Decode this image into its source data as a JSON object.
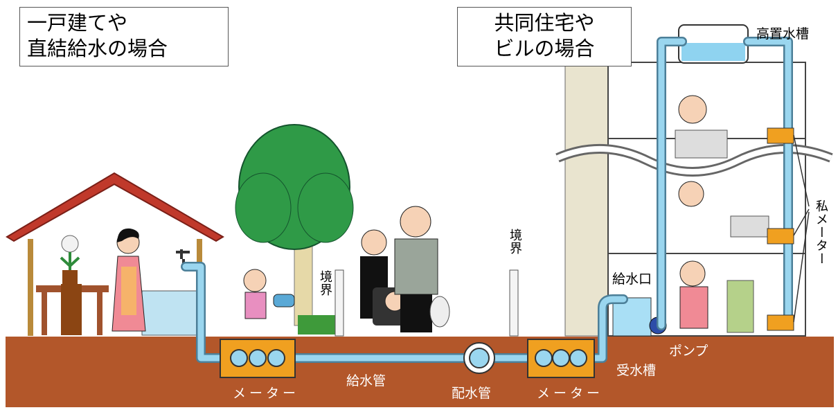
{
  "diagram": {
    "sections": {
      "detached": {
        "title_lines": [
          "一戸建てや",
          "直結給水の場合"
        ]
      },
      "apartment": {
        "title_lines": [
          "共同住宅や",
          "ビルの場合"
        ]
      }
    },
    "labels": {
      "meter_left": "メーター",
      "supply_pipe": "給水管",
      "distribution_pipe": "配水管",
      "meter_right": "メーター",
      "receiving_tank": "受水槽",
      "pump": "ポンプ",
      "inlet": "給水口",
      "elevated_tank": "高置水槽",
      "private_meter": "私メーター",
      "boundary_left": "境界",
      "boundary_right": "境界"
    },
    "colors": {
      "ground": "#b3572a",
      "pipe": "#9ad6ef",
      "meter_box": "#f0a020",
      "tree": "#2f9a47",
      "building": "#e9e4cf"
    }
  }
}
